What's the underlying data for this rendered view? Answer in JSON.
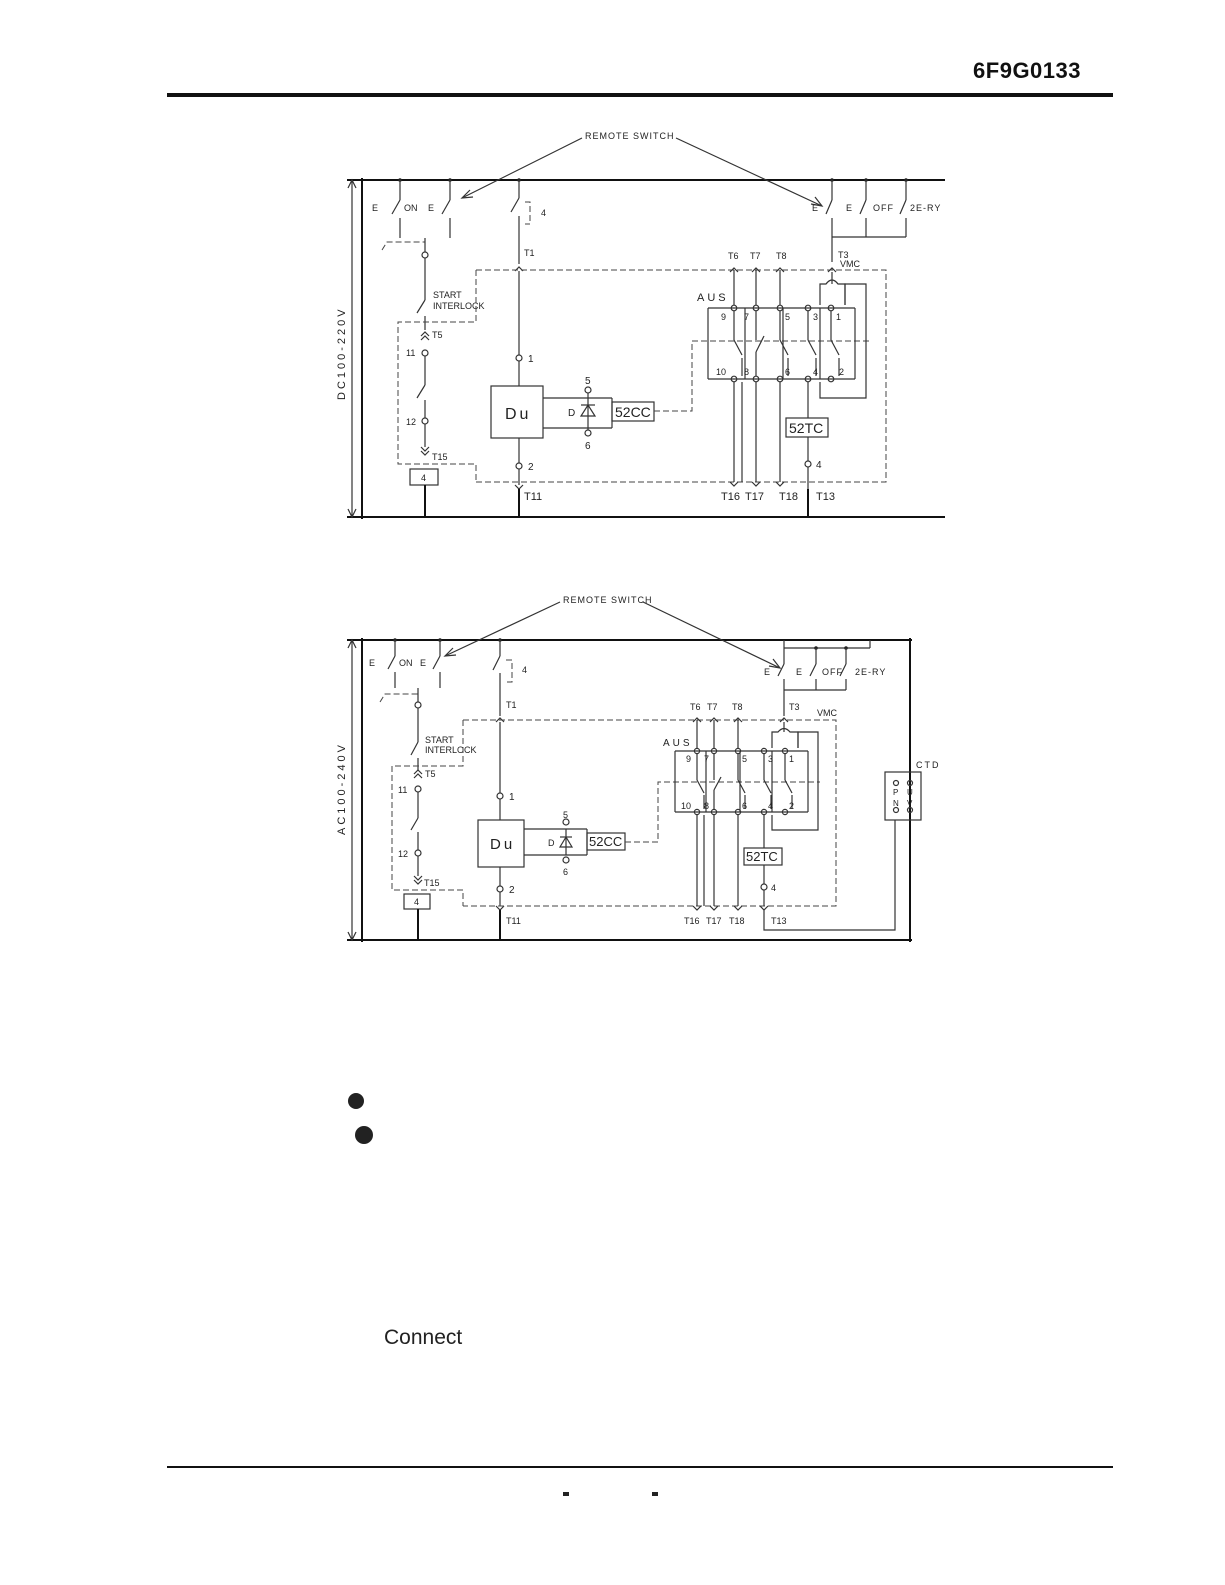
{
  "header": {
    "doc_code": "6F9G0133"
  },
  "diagram_dc": {
    "voltage_label": "DC100-220V",
    "remote_switch": "REMOTE SWITCH",
    "e": "E",
    "on": "ON",
    "off": "OFF",
    "two_e_ry": "2E-RY",
    "start_interlock_1": "START",
    "start_interlock_2": "INTERLOCK",
    "aus": "AUS",
    "vmc": "VMC",
    "du": "Du",
    "diode": "D",
    "cc": "52CC",
    "tc": "52TC",
    "relay4": "4",
    "terminals": {
      "t1": "T1",
      "t3": "T3",
      "t5": "T5",
      "t6": "T6",
      "t7": "T7",
      "t8": "T8",
      "t11": "T11",
      "t13": "T13",
      "t15": "T15",
      "t16": "T16",
      "t17": "T17",
      "t18": "T18"
    },
    "pins": {
      "p1": "1",
      "p2": "2",
      "p4": "4",
      "p5": "5",
      "p6": "6",
      "p11": "11",
      "p12": "12"
    },
    "aus_top": [
      "9",
      "7",
      "5",
      "3",
      "1"
    ],
    "aus_bottom": [
      "10",
      "8",
      "6",
      "4",
      "2"
    ]
  },
  "diagram_ac": {
    "voltage_label": "AC100-240V",
    "remote_switch": "REMOTE SWITCH",
    "e": "E",
    "on": "ON",
    "off": "OFF",
    "two_e_ry": "2E-RY",
    "start_interlock_1": "START",
    "start_interlock_2": "INTERLOCK",
    "aus": "AUS",
    "vmc": "VMC",
    "du": "Du",
    "diode": "D",
    "cc": "52CC",
    "tc": "52TC",
    "relay4": "4",
    "ctd": "CTD",
    "ctd_pins": [
      "P",
      "U",
      "N",
      "V"
    ],
    "terminals": {
      "t1": "T1",
      "t3": "T3",
      "t5": "T5",
      "t6": "T6",
      "t7": "T7",
      "t8": "T8",
      "t11": "T11",
      "t13": "T13",
      "t15": "T15",
      "t16": "T16",
      "t17": "T17",
      "t18": "T18"
    },
    "pins": {
      "p1": "1",
      "p2": "2",
      "p4": "4",
      "p5": "5",
      "p6": "6",
      "p11": "11",
      "p12": "12"
    },
    "aus_top": [
      "9",
      "7",
      "5",
      "3",
      "1"
    ],
    "aus_bottom": [
      "10",
      "8",
      "6",
      "4",
      "2"
    ]
  },
  "body": {
    "connect": "Connect"
  }
}
